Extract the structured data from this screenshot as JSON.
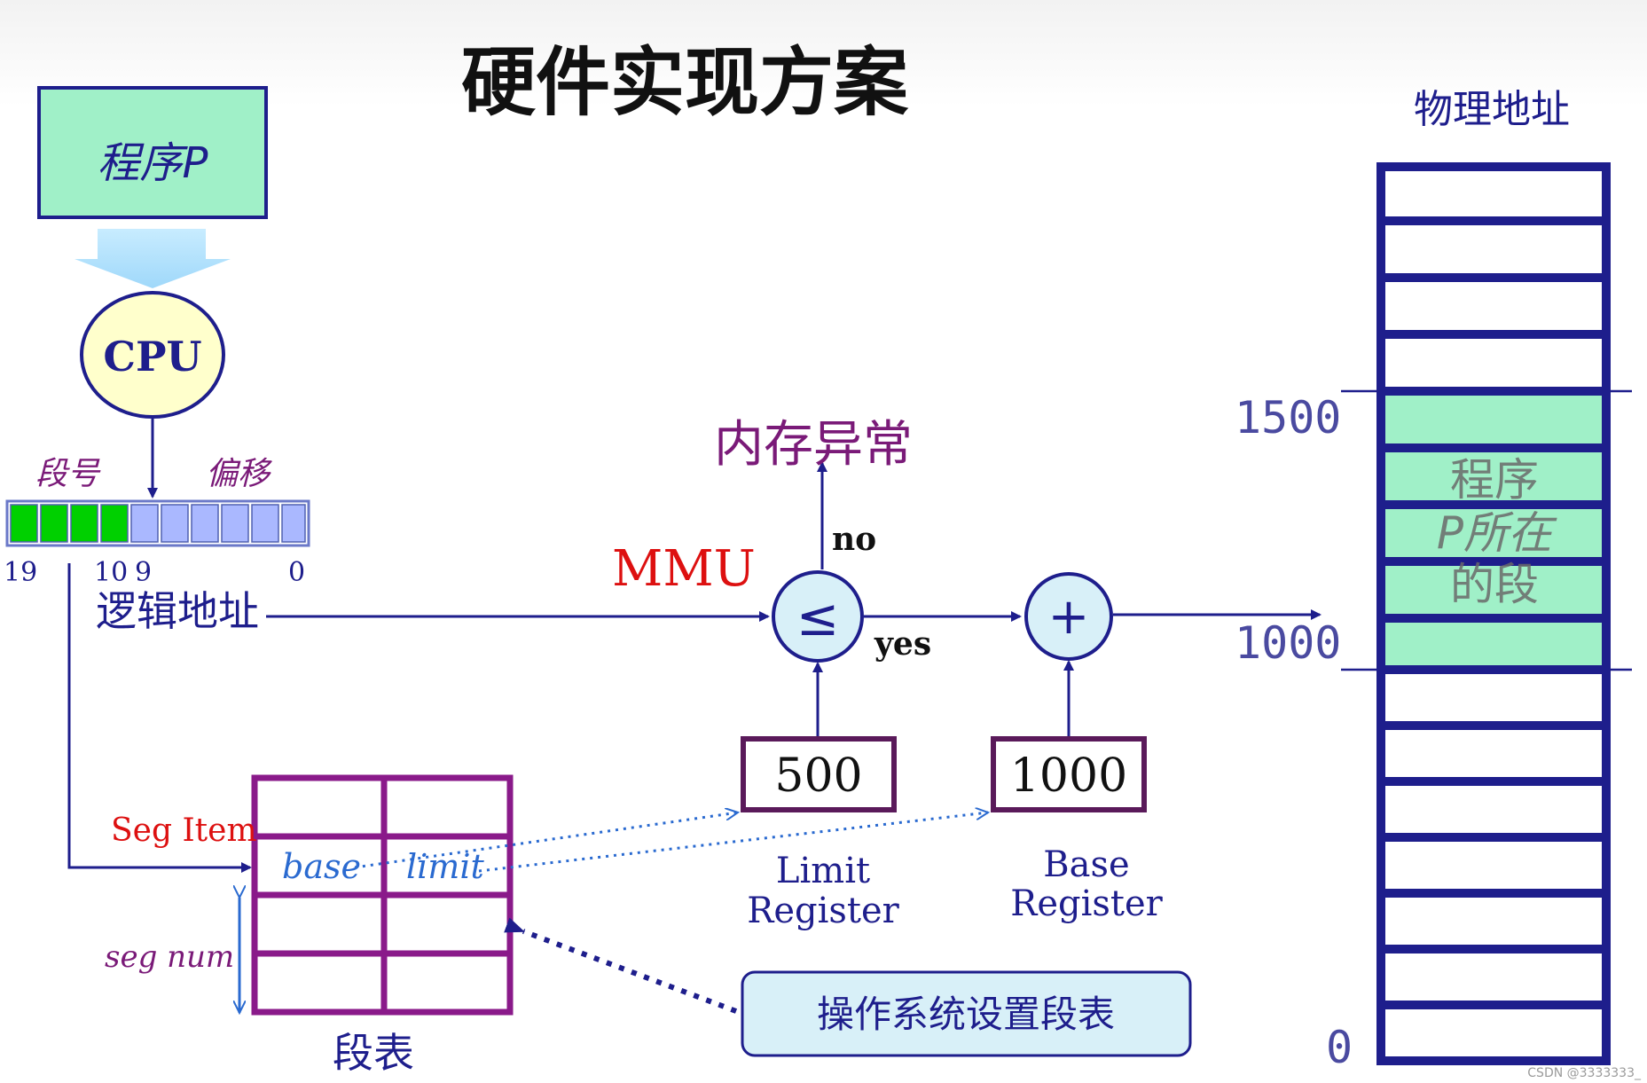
{
  "title": "硬件实现方案",
  "program_box": {
    "label": "程序P"
  },
  "cpu": {
    "label": "CPU"
  },
  "logical_address": {
    "segment_label": "段号",
    "offset_label": "偏移",
    "bit_19": "19",
    "bit_10": "10",
    "bit_9": "9",
    "bit_0": "0",
    "caption": "逻辑地址"
  },
  "mmu": {
    "label": "MMU",
    "compare_symbol": "≤",
    "add_symbol": "+",
    "no_label": "no",
    "yes_label": "yes",
    "exception_label": "内存异常"
  },
  "registers": {
    "limit_value": "500",
    "limit_caption_1": "Limit",
    "limit_caption_2": "Register",
    "base_value": "1000",
    "base_caption_1": "Base",
    "base_caption_2": "Register"
  },
  "segment_table": {
    "seg_item_label": "Seg Item",
    "base_label": "base",
    "limit_label": "limit",
    "seg_num_label": "seg num",
    "caption": "段表"
  },
  "os_note": {
    "label": "操作系统设置段表"
  },
  "physical_memory": {
    "title": "物理地址",
    "mark_1500": "1500",
    "mark_1000": "1000",
    "mark_0": "0",
    "segment_line_1": "程序",
    "segment_line_2": "P所在",
    "segment_line_3": "的段"
  },
  "watermark": "CSDN @3333333_",
  "colors": {
    "navy": "#1e1e8c",
    "green_box": "#a0f0c8",
    "bit_green": "#00d000",
    "bit_blue": "#aab8ff",
    "purple": "#7a1a78",
    "red": "#dd1010",
    "blue_text": "#2a6ad0",
    "note_fill": "#d8f0f8"
  }
}
